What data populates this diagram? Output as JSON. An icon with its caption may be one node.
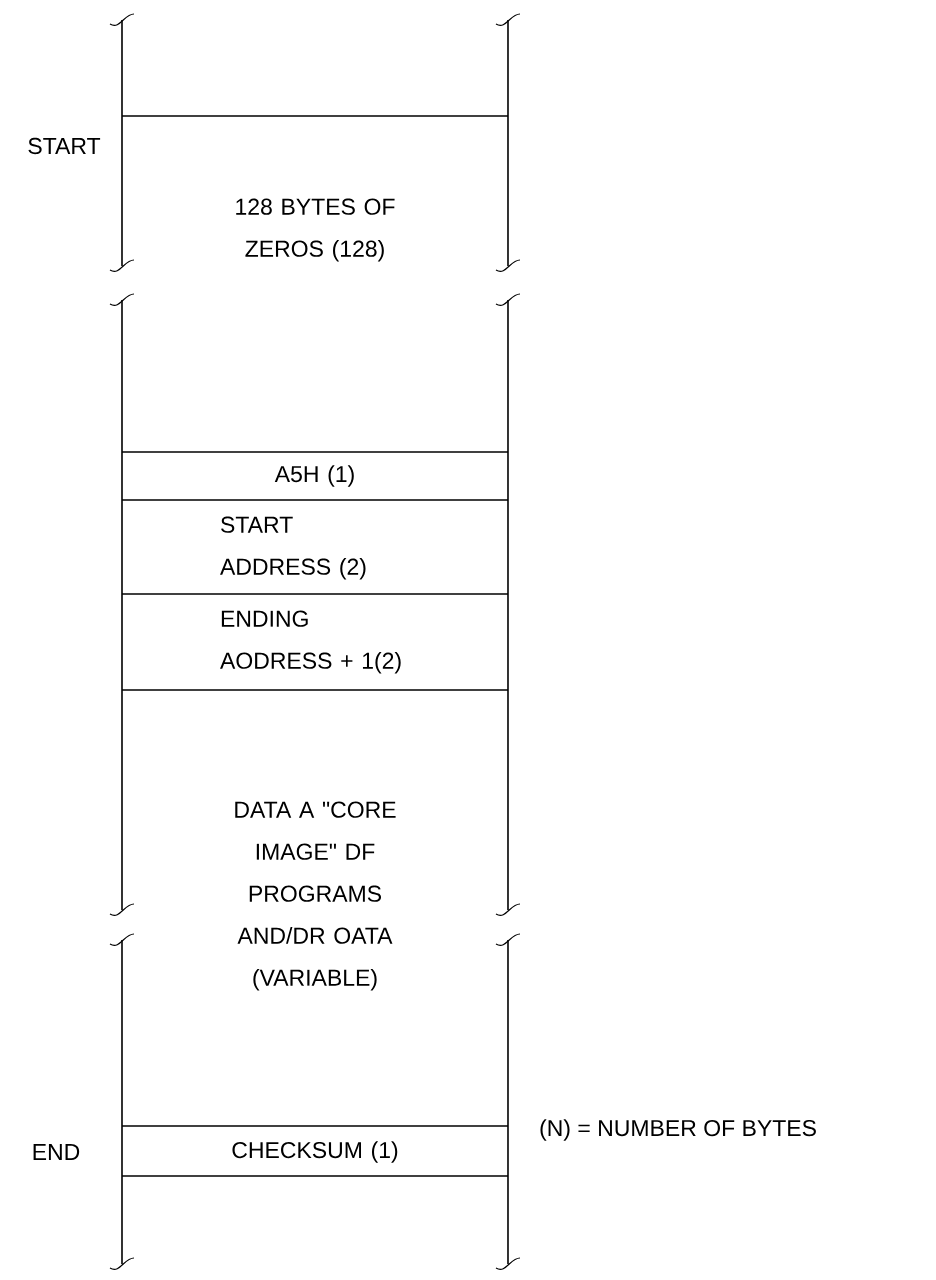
{
  "diagram": {
    "nodes": [
      {
        "text": [
          "128 BYTES OF ZEROS (128)"
        ],
        "beside": [
          "START"
        ]
      },
      {
        "text": [
          "A5H (1)"
        ]
      },
      {
        "text": [
          "START ADDRESS (2)"
        ]
      },
      {
        "text": [
          "ENDING AODRESS + 1(2)"
        ]
      },
      {
        "text": [
          "DATA A \"CORE IMAGE\" DF PROGRAMS AND/DR OATA (VARIABLE)"
        ]
      },
      {
        "text": [
          "CHECKSUM (1)"
        ],
        "beside": [
          "END"
        ]
      }
    ],
    "labels": [
      "(N) = NUMBER OF BYTES"
    ]
  }
}
